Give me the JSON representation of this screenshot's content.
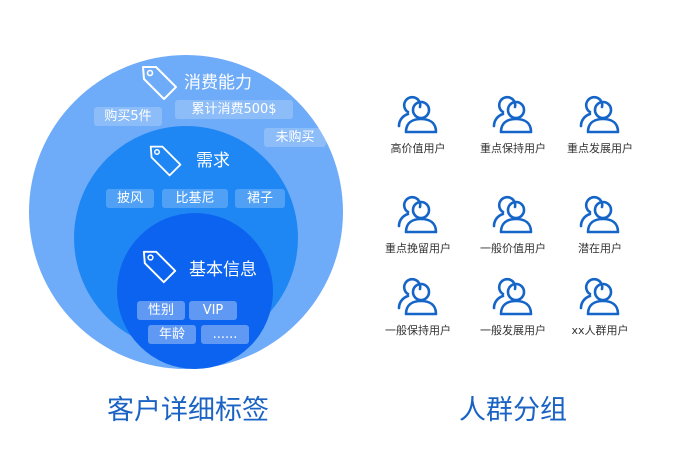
{
  "left": {
    "consumption": {
      "title": "消费能力",
      "tags": [
        "购买5件",
        "累计消费500$",
        "未购买"
      ]
    },
    "demand": {
      "title": "需求",
      "tags": [
        "披风",
        "比基尼",
        "裙子"
      ]
    },
    "basic": {
      "title": "基本信息",
      "tags": [
        "性别",
        "VIP",
        "年龄",
        "......"
      ]
    },
    "caption": "客户详细标签"
  },
  "right": {
    "groups": [
      "高价值用户",
      "重点保持用户",
      "重点发展用户",
      "重点挽留用户",
      "一般价值用户",
      "潜在用户",
      "一般保持用户",
      "一般发展用户",
      "xx人群用户"
    ],
    "caption": "人群分组"
  },
  "colors": {
    "outer": "#6eabf8",
    "middle": "#1f87f4",
    "inner": "#0b63ef",
    "icon": "#1565c8"
  }
}
